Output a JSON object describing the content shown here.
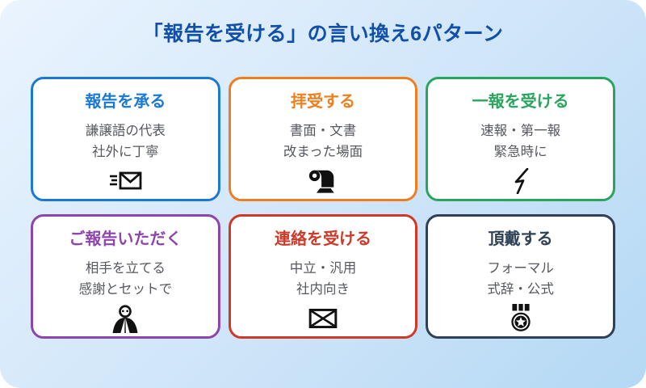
{
  "page": {
    "title": "「報告を受ける」の言い換え6パターン",
    "title_color": "#1150a8",
    "background_gradient": [
      "#eaf4fe",
      "#b4d8f4"
    ],
    "card_background": "#ffffff"
  },
  "cards": [
    {
      "title": "報告を承る",
      "line1": "謙譲語の代表",
      "line2": "社外に丁寧",
      "accent": "#1b79d4",
      "icon": "incoming-mail-icon"
    },
    {
      "title": "拝受する",
      "line1": "書面・文書",
      "line2": "改まった場面",
      "accent": "#ec7f1f",
      "icon": "scroll-icon"
    },
    {
      "title": "一報を受ける",
      "line1": "速報・第一報",
      "line2": "緊急時に",
      "accent": "#2aa55e",
      "icon": "lightning-icon"
    },
    {
      "title": "ご報告いただく",
      "line1": "相手を立てる",
      "line2": "感謝とセットで",
      "accent": "#8e44ad",
      "icon": "bowing-person-icon"
    },
    {
      "title": "連絡を受ける",
      "line1": "中立・汎用",
      "line2": "社内向き",
      "accent": "#cf3a28",
      "icon": "envelope-icon"
    },
    {
      "title": "頂戴する",
      "line1": "フォーマル",
      "line2": "式辞・公式",
      "accent": "#2f4156",
      "icon": "medal-icon"
    }
  ]
}
